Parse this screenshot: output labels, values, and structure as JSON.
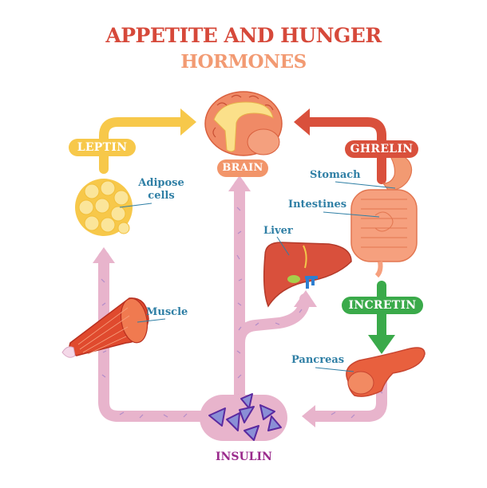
{
  "title": {
    "line1": "APPETITE AND HUNGER",
    "line2": "HORMONES"
  },
  "hormones": {
    "leptin": "LEPTIN",
    "ghrelin": "GHRELIN",
    "incretin": "INCRETIN",
    "insulin": "INSULIN"
  },
  "organs": {
    "brain": "BRAIN",
    "adipose": "Adipose cells",
    "adipose_line1": "Adipose",
    "adipose_line2": "cells",
    "stomach": "Stomach",
    "intestines": "Intestines",
    "liver": "Liver",
    "muscle": "Muscle",
    "pancreas": "Pancreas"
  },
  "colors": {
    "title_primary": "#d6493a",
    "title_secondary": "#f29a72",
    "leptin": "#f7c84a",
    "ghrelin": "#d9503c",
    "incretin": "#3aaa4a",
    "insulin_path": "#e8b4cc",
    "insulin_text": "#9a2a8c",
    "brain_pill": "#f2956a",
    "label_text": "#2f7fa5"
  }
}
